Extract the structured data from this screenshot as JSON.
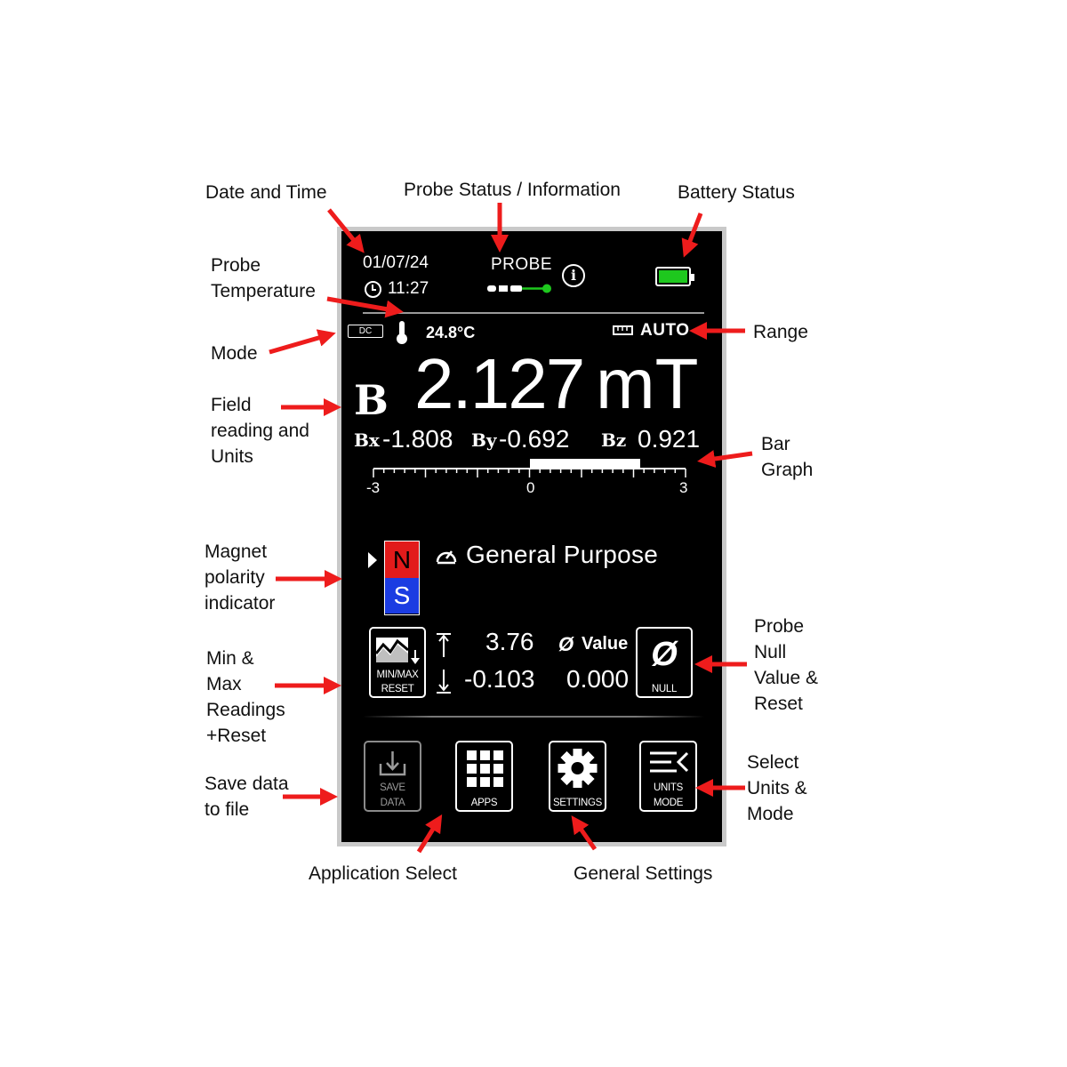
{
  "annotations": {
    "date_time": "Date and Time",
    "probe_status": "Probe Status / Information",
    "battery_status": "Battery Status",
    "probe_temperature": [
      "Probe",
      "Temperature"
    ],
    "mode": "Mode",
    "range": "Range",
    "field_reading": [
      "Field",
      "reading and",
      "Units"
    ],
    "bar_graph": [
      "Bar",
      "Graph"
    ],
    "magnet_polarity": [
      "Magnet",
      "polarity",
      "indicator"
    ],
    "min_max": [
      "Min &",
      "Max",
      "Readings",
      "+Reset"
    ],
    "probe_null": [
      "Probe",
      "Null",
      "Value &",
      "Reset"
    ],
    "save_data": [
      "Save data",
      "to file"
    ],
    "select_units": [
      "Select",
      "Units &",
      "Mode"
    ],
    "application_select": "Application Select",
    "general_settings": "General Settings"
  },
  "colors": {
    "arrow": "#ee1c1c",
    "battery": "#1ec81e",
    "north": "#e21b1b",
    "south": "#1b3ce2",
    "bezel": "#c9c9c9"
  },
  "screen": {
    "date": "01/07/24",
    "time": "11:27",
    "probe_label": "PROBE",
    "info_icon": "i",
    "battery_fill": 1.0,
    "mode": "DC",
    "temperature": "24.8°C",
    "range": "AUTO",
    "field_symbol": "B",
    "field_value": "2.127",
    "field_unit": "mT",
    "bx_label": "Bx",
    "bx_value": "-1.808",
    "by_label": "By",
    "by_value": "-0.692",
    "bz_label": "Bz",
    "bz_value": "0.921",
    "bar": {
      "min": -3,
      "max": 3,
      "from": 0,
      "to": 2.127
    },
    "scale_labels": {
      "left": "-3",
      "center": "0",
      "right": "3"
    },
    "polarity": {
      "north": "N",
      "south": "S"
    },
    "application": "General Purpose",
    "minmax_button": [
      "MIN/MAX",
      "RESET"
    ],
    "max_value": "3.76",
    "min_value": "-0.103",
    "null_symbol": "Ø",
    "null_value_label": "Value",
    "null_value": "0.000",
    "null_button": "NULL",
    "save_button": [
      "SAVE",
      "DATA"
    ],
    "apps_button": "APPS",
    "settings_button": "SETTINGS",
    "units_button": [
      "UNITS",
      "MODE"
    ]
  }
}
